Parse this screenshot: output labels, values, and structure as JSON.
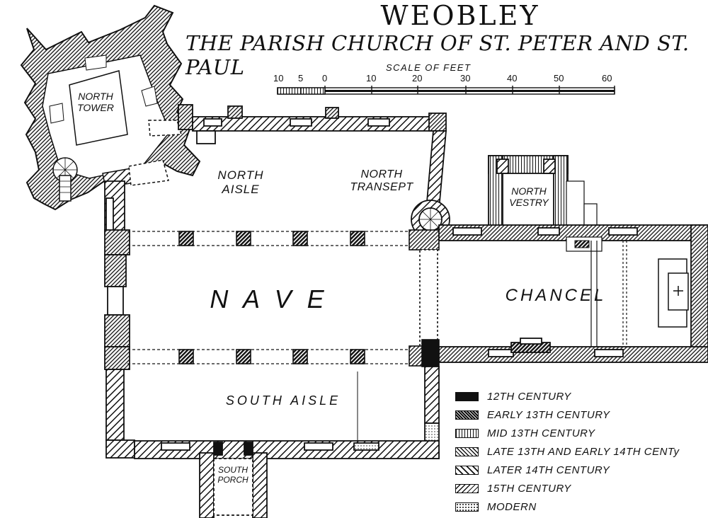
{
  "title": "WEOBLEY",
  "subtitle": "THE PARISH CHURCH OF ST. PETER AND ST. PAUL",
  "scale": {
    "label": "SCALE OF FEET",
    "ticks": [
      "10",
      "5",
      "0",
      "10",
      "20",
      "30",
      "40",
      "50",
      "60"
    ]
  },
  "rooms": {
    "north_tower": {
      "line1": "NORTH",
      "line2": "TOWER"
    },
    "north_aisle": {
      "line1": "NORTH",
      "line2": "AISLE"
    },
    "north_transept": {
      "line1": "NORTH",
      "line2": "TRANSEPT"
    },
    "north_vestry": {
      "line1": "NORTH",
      "line2": "VESTRY"
    },
    "nave": "N A V E",
    "chancel": "CHANCEL",
    "south_aisle": "SOUTH AISLE",
    "south_porch": {
      "line1": "SOUTH",
      "line2": "PORCH"
    }
  },
  "legend": [
    {
      "label": "12TH CENTURY",
      "pattern": "solid"
    },
    {
      "label": "EARLY 13TH CENTURY",
      "pattern": "dense-hatch"
    },
    {
      "label": "MID 13TH CENTURY",
      "pattern": "vertical-lines"
    },
    {
      "label": "LATE 13TH AND EARLY 14TH CENTy",
      "pattern": "fine-diagonal"
    },
    {
      "label": "LATER 14TH CENTURY",
      "pattern": "wide-diagonal"
    },
    {
      "label": "15TH CENTURY",
      "pattern": "back-diagonal"
    },
    {
      "label": "MODERN",
      "pattern": "dotted"
    }
  ]
}
